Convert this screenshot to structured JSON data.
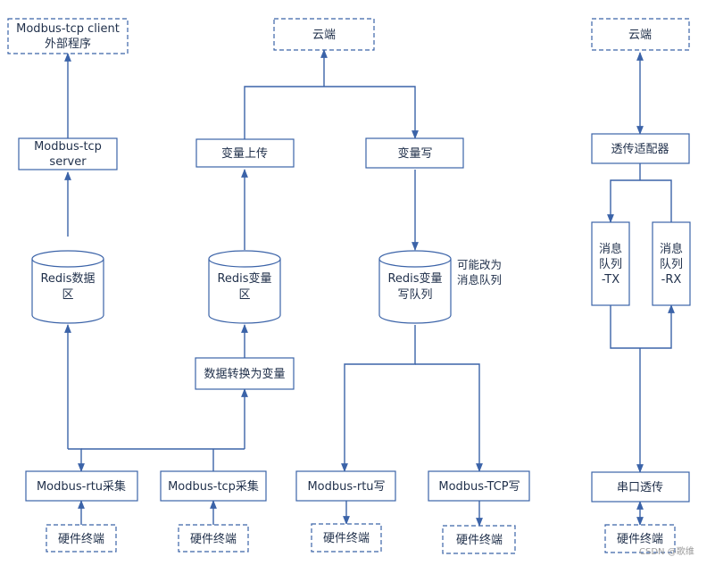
{
  "nodes": {
    "ext_client": [
      "Modbus-tcp client",
      "外部程序"
    ],
    "cloud_center": "云端",
    "cloud_right": "云端",
    "tcp_server": [
      "Modbus-tcp",
      "server"
    ],
    "var_upload": "变量上传",
    "var_write": "变量写",
    "passthrough_adapter": "透传适配器",
    "redis_data": [
      "Redis数据",
      "区"
    ],
    "redis_var": [
      "Redis变量",
      "区"
    ],
    "redis_write_queue": [
      "Redis变量",
      "写队列"
    ],
    "queue_note": [
      "可能改为",
      "消息队列"
    ],
    "mq_tx": [
      "消息",
      "队列",
      "-TX"
    ],
    "mq_rx": [
      "消息",
      "队列",
      "-RX"
    ],
    "data_to_var": "数据转换为变量",
    "rtu_collect": "Modbus-rtu采集",
    "tcp_collect": "Modbus-tcp采集",
    "rtu_write": "Modbus-rtu写",
    "tcp_write": "Modbus-TCP写",
    "serial_passthrough": "串口透传",
    "hw1": "硬件终端",
    "hw2": "硬件终端",
    "hw3": "硬件终端",
    "hw4": "硬件终端",
    "hw5": "硬件终端"
  },
  "watermark": "CSDN @歌维"
}
